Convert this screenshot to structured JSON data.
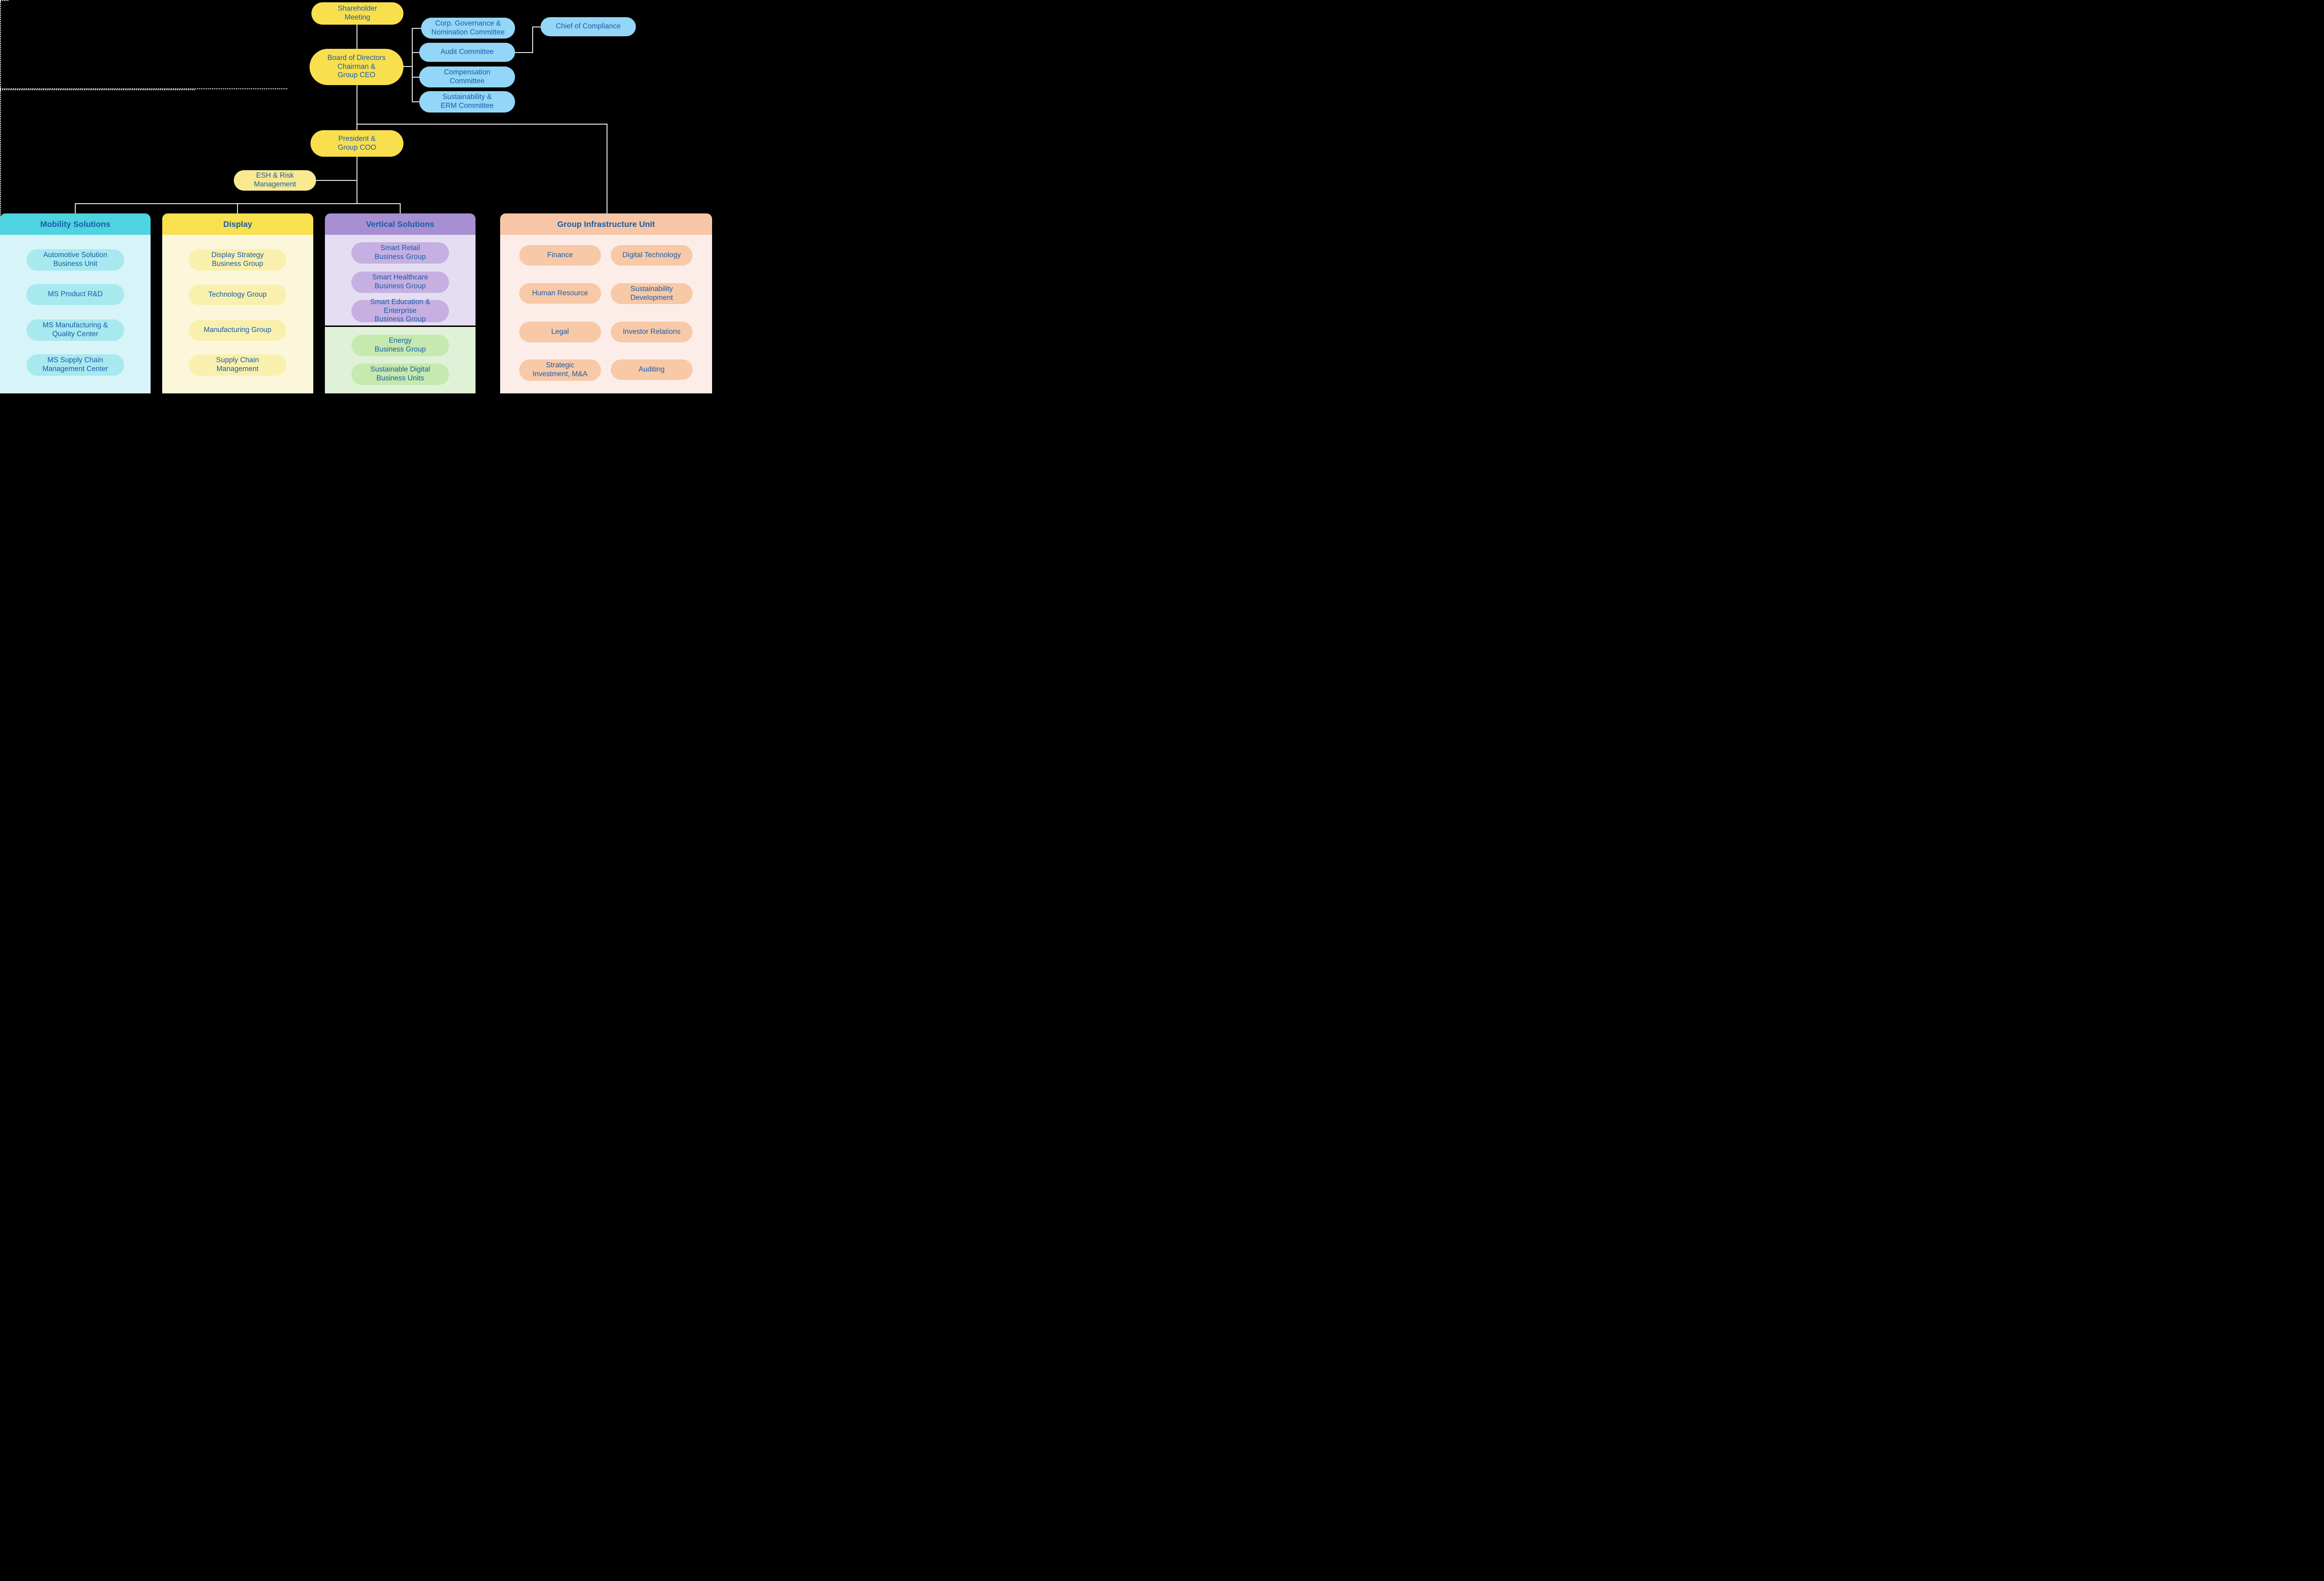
{
  "palette": {
    "background": "#000000",
    "text_blue": "#1A5CA8",
    "yellow_node": "#F9DF4E",
    "pale_yellow_node": "#F9E98F",
    "blue_node": "#93D6F7",
    "solid_line": "#E8E8E8",
    "dotted_line": "#FFFFFF",
    "mobility_header": "#4ED3E0",
    "mobility_body": "#D7F4F8",
    "mobility_pill": "#A7E9EF",
    "display_header": "#F8E04E",
    "display_body": "#FCF7DB",
    "display_pill": "#FAF0AE",
    "vertical_header": "#A88FD1",
    "vertical_body": "#E5DEF2",
    "vertical_pill": "#C6B0E2",
    "energy_body": "#DFF1D6",
    "energy_pill": "#C5E9AF",
    "infra_header": "#F7C6A6",
    "infra_body": "#FCEDE8",
    "infra_pill": "#F8C9A7"
  },
  "nodes": {
    "shareholder_meeting": "Shareholder\nMeeting",
    "board": "Board of Directors\nChairman &\nGroup CEO",
    "president": "President &\nGroup COO",
    "esh_risk": "ESH & Risk\nManagement",
    "chief_of_compliance": "Chief of Compliance"
  },
  "committees": [
    "Corp. Governance &\nNomination Committee",
    "Audit Committee",
    "Compensation\nCommittee",
    "Sustainability &\nERM Committee"
  ],
  "sections": [
    {
      "title": "Mobility Solutions",
      "items": [
        "Automotive Solution\nBusiness Unit",
        "MS Product R&D",
        "MS Manufacturing &\nQuality Center",
        "MS Supply Chain\nManagement Center"
      ]
    },
    {
      "title": "Display",
      "items": [
        "Display Strategy\nBusiness Group",
        "Technology Group",
        "Manufacturing Group",
        "Supply Chain\nManagement"
      ]
    },
    {
      "title": "Vertical Solutions",
      "items": [
        "Smart Retail\nBusiness Group",
        "Smart Healthcare\nBusiness Group",
        "Smart Education &\nEnterprise\nBusiness Group"
      ],
      "sub_items": [
        "Energy\nBusiness Group",
        "Sustainable Digital\nBusiness Units"
      ]
    },
    {
      "title": "Group Infrastructure Unit",
      "left_items": [
        "Finance",
        "Human Resource",
        "Legal",
        "Strategic\nInvestment, M&A"
      ],
      "right_items": [
        "Digital Technology",
        "Sustainability\nDevelopment",
        "Investor Relations",
        "Auditing"
      ]
    }
  ]
}
